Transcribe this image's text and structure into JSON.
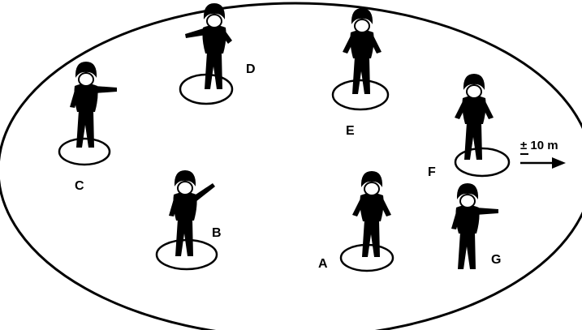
{
  "figures": [
    {
      "id": "A",
      "label": "A",
      "has_ring": true
    },
    {
      "id": "B",
      "label": "B",
      "has_ring": true
    },
    {
      "id": "C",
      "label": "C",
      "has_ring": true
    },
    {
      "id": "D",
      "label": "D",
      "has_ring": true
    },
    {
      "id": "E",
      "label": "E",
      "has_ring": true
    },
    {
      "id": "F",
      "label": "F",
      "has_ring": true
    },
    {
      "id": "G",
      "label": "G",
      "has_ring": false
    }
  ],
  "distance": {
    "approx_sign": "±",
    "value": "10 m",
    "text": "± 10 m"
  },
  "colors": {
    "ink": "#000000",
    "paper": "#ffffff"
  }
}
